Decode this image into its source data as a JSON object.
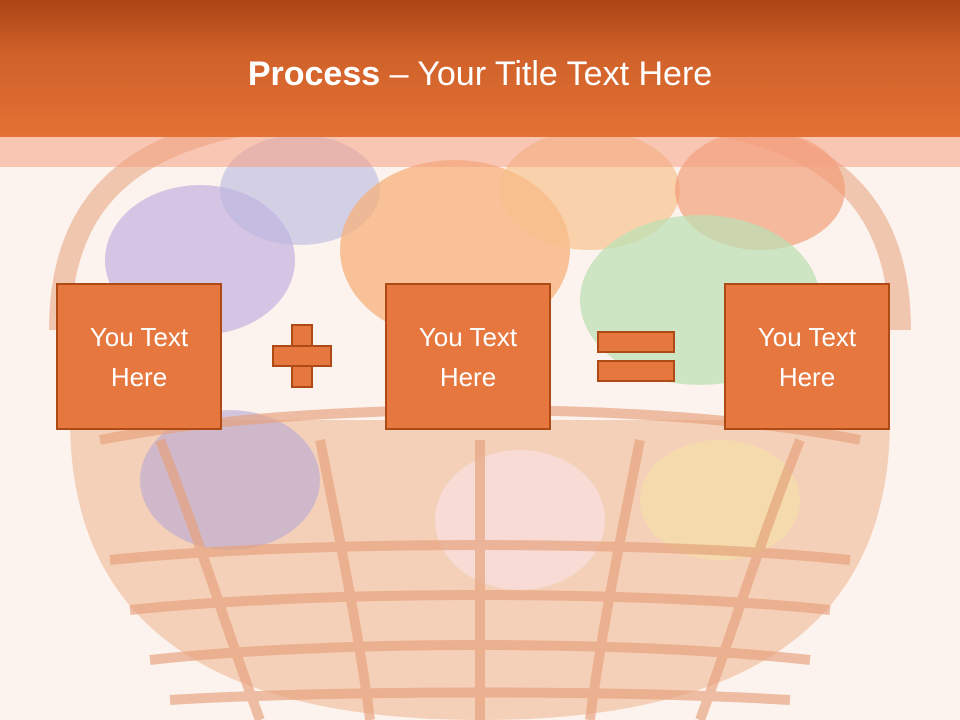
{
  "slide": {
    "title_bold": "Process",
    "title_rest": " – Your Title Text Here",
    "boxes": [
      {
        "text": "You Text\nHere"
      },
      {
        "text": "You Text\nHere"
      },
      {
        "text": "You Text\nHere"
      }
    ],
    "operators": [
      "plus-icon",
      "equals-icon"
    ],
    "background_image": "basket-of-easter-eggs",
    "colors": {
      "accent": "#e6773f",
      "accent_border": "#ad4a16",
      "title_bar_top": "#ab4515",
      "title_bar_bottom": "#e27133",
      "background": "#fdf3ee"
    }
  }
}
